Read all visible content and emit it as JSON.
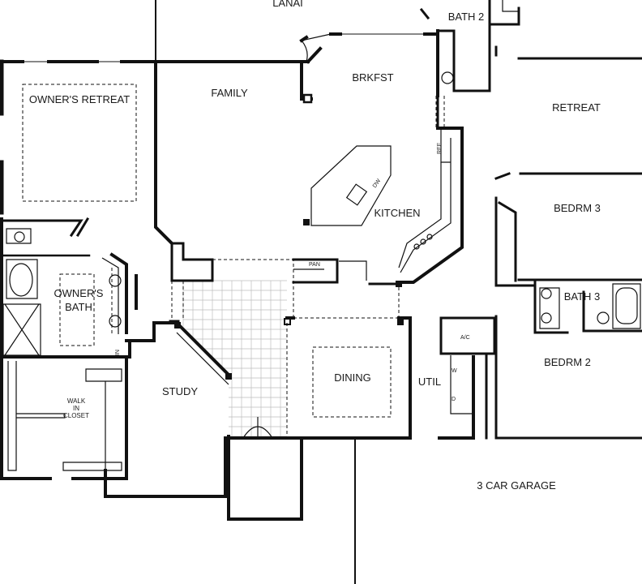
{
  "rooms": {
    "lanai": "LANAI",
    "bath2": "BATH 2",
    "family": "FAMILY",
    "brkfst": "BRKFST",
    "retreat": "RETREAT",
    "owners_retreat": "OWNER'S RETREAT",
    "kitchen": "KITCHEN",
    "bedrm3": "BEDRM 3",
    "owners_bath_line1": "OWNER'S",
    "owners_bath_line2": "BATH",
    "bath3": "BATH 3",
    "bedrm2": "BEDRM 2",
    "study": "STUDY",
    "dining": "DINING",
    "util": "UTIL",
    "walk_in_closet_line1": "WALK",
    "walk_in_closet_line2": "IN",
    "walk_in_closet_line3": "CLOSET",
    "garage": "3 CAR GARAGE"
  },
  "fixtures": {
    "ref": "REF",
    "dw": "DW",
    "pan": "PAN",
    "ac": "A/C",
    "washer": "W",
    "dryer": "D",
    "lin": "LIN"
  },
  "colors": {
    "wall": "#111111",
    "background": "#ffffff",
    "tile_grid": "#bdbdbd"
  }
}
